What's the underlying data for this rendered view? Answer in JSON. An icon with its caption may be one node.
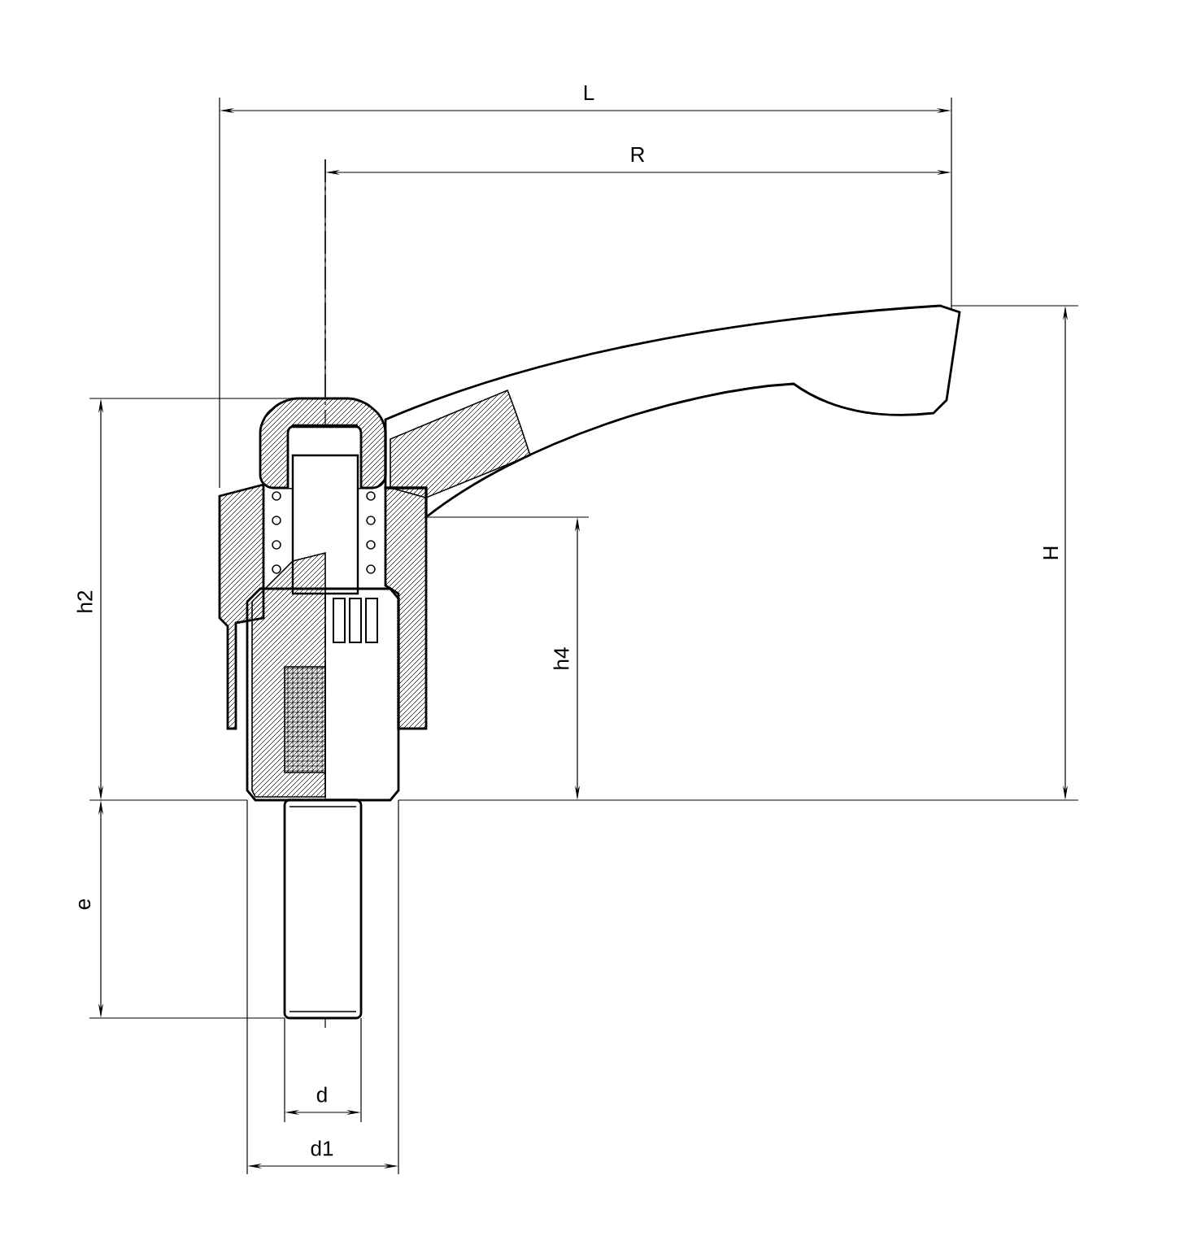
{
  "diagram": {
    "labels": [
      "L",
      "R",
      "h2",
      "H",
      "h4",
      "e",
      "d",
      "d1"
    ]
  }
}
